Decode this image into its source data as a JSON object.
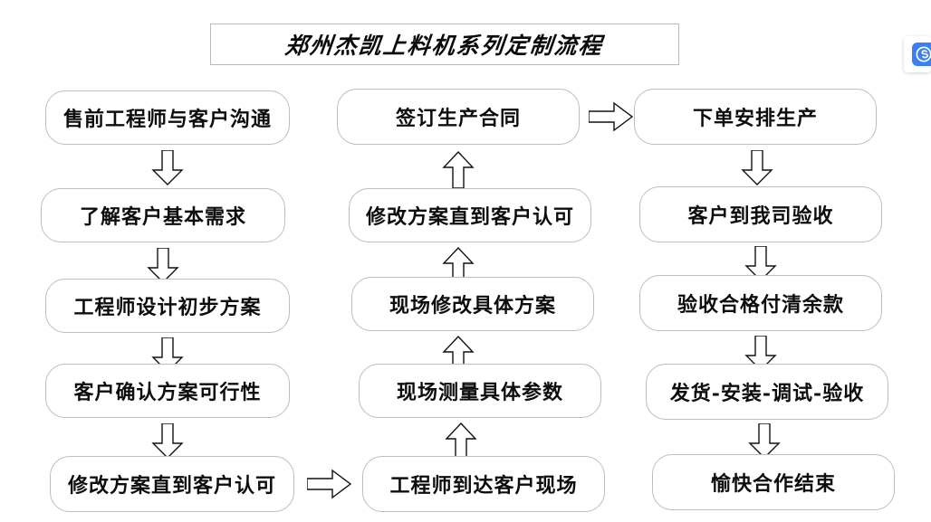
{
  "title": {
    "text": "郑州杰凯上料机系列定制流程"
  },
  "logo": {
    "name": "blue-s-badge",
    "color": "#3d7ff2"
  },
  "diagram_data": {
    "type": "flowchart",
    "columns": [
      {
        "id": "left",
        "direction": "down",
        "nodes": [
          "售前工程师与客户沟通",
          "了解客户基本需求",
          "工程师设计初步方案",
          "客户确认方案可行性",
          "修改方案直到客户认可"
        ]
      },
      {
        "id": "middle",
        "direction": "up",
        "nodes": [
          "签订生产合同",
          "修改方案直到客户认可",
          "现场修改具体方案",
          "现场测量具体参数",
          "工程师到达客户现场"
        ]
      },
      {
        "id": "right",
        "direction": "down",
        "nodes": [
          "下单安排生产",
          "客户到我司验收",
          "验收合格付清余款",
          "发货-安装-调试-验收",
          "愉快合作结束"
        ]
      }
    ],
    "connectors": [
      {
        "from": "left-5",
        "to": "middle-5",
        "direction": "right"
      },
      {
        "from": "middle-1",
        "to": "right-1",
        "direction": "right"
      }
    ]
  }
}
